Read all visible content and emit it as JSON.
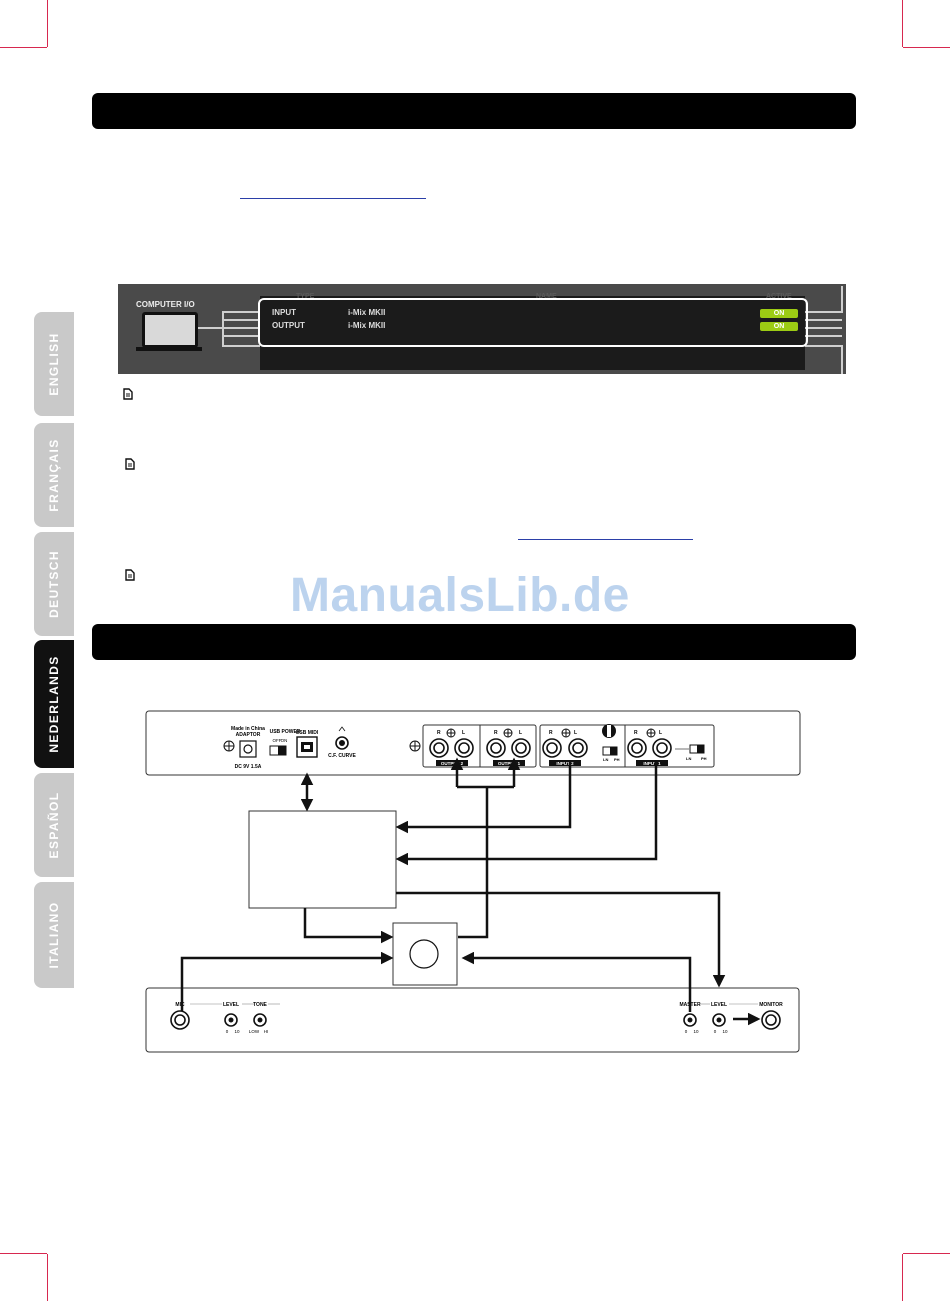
{
  "tabs": [
    {
      "label": "ENGLISH",
      "active": false
    },
    {
      "label": "FRANÇAIS",
      "active": false
    },
    {
      "label": "DEUTSCH",
      "active": false
    },
    {
      "label": "NEDERLANDS",
      "active": true
    },
    {
      "label": "ESPAÑOL",
      "active": false
    },
    {
      "label": "ITALIANO",
      "active": false
    }
  ],
  "watermark": "ManualsLib.de",
  "software_screen": {
    "computer_label": "COMPUTER I/O",
    "ghost_headers": [
      "TYPE",
      "NAME",
      "ACTIVE"
    ],
    "rows": [
      {
        "type": "INPUT",
        "name": "i-Mix MKII",
        "status": "ON"
      },
      {
        "type": "OUTPUT",
        "name": "i-Mix MKII",
        "status": "ON"
      }
    ]
  },
  "back_panel": {
    "made_in": "Made in China",
    "adaptor": "ADAPTOR",
    "dc": "DC 9V 1.5A",
    "usb_power": "USB POWER",
    "off": "OFF",
    "on": "ON",
    "usb_midi": "USB MIDI",
    "cf_curve": "C.F. CURVE",
    "r": "R",
    "l": "L",
    "output2": "OUTPUT 2",
    "output1": "OUTPUT 1",
    "input2": "INPUT 2",
    "input1": "INPUT 1",
    "ln": "LN",
    "ph": "PH"
  },
  "front_panel": {
    "mic": "MIC",
    "level": "LEVEL",
    "tone": "TONE",
    "zero": "0",
    "ten": "10",
    "low": "LOW",
    "hi": "HI",
    "master": "MASTER",
    "level2": "LEVEL",
    "monitor": "MONITOR"
  }
}
